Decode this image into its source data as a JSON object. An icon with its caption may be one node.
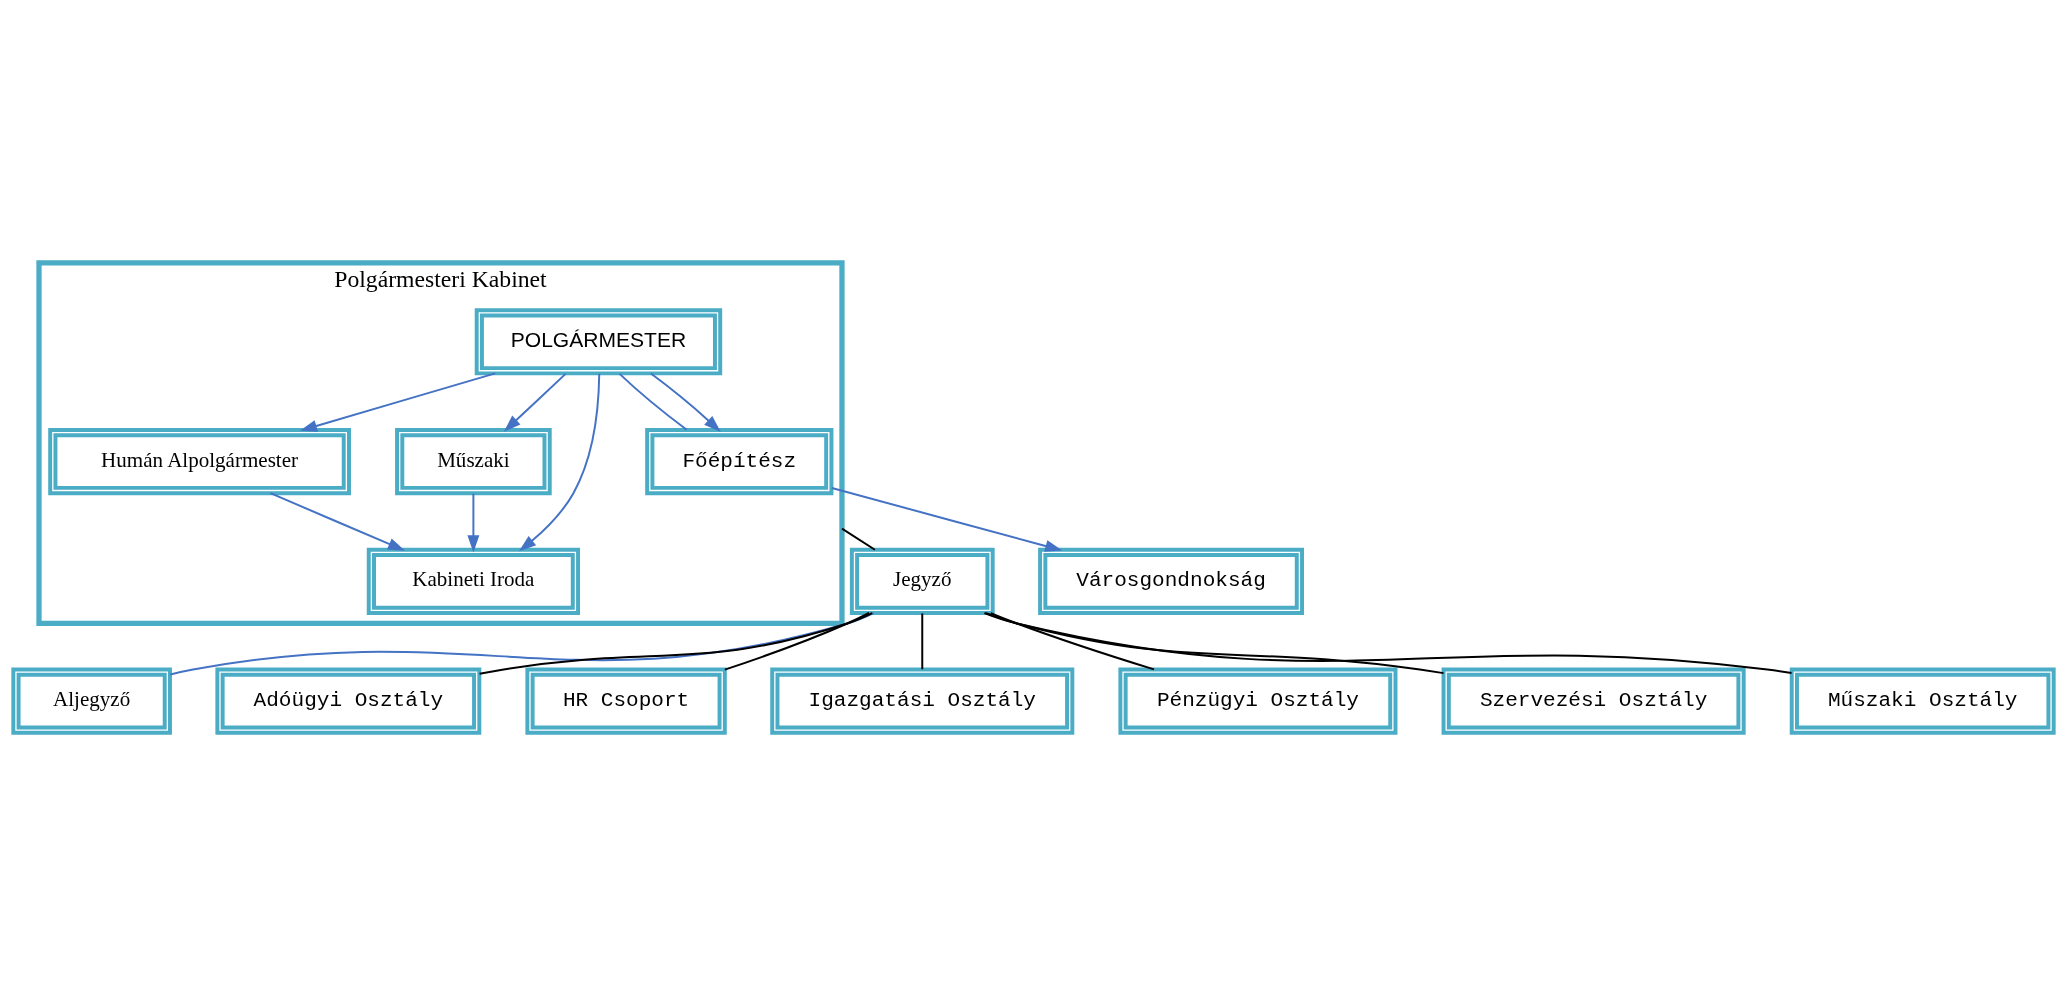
{
  "diagram": {
    "nodes": [
      {
        "text": [
          "Polgármesteri Kabinet"
        ]
      },
      {
        "text": [
          "POLGÁRMESTER"
        ],
        "in": 0
      },
      {
        "text": [
          "Humán Alpolgármester"
        ],
        "in": 0
      },
      {
        "text": [
          "Műszaki"
        ],
        "in": 0
      },
      {
        "text": [
          "Kabineti Iroda"
        ],
        "in": 0
      },
      {
        "text": [
          "Főépítész"
        ],
        "in": 0
      },
      {
        "text": [
          "Jegyző"
        ]
      },
      {
        "text": [
          "Aljegyző"
        ]
      },
      {
        "text": [
          "Városgondnokság"
        ]
      },
      {
        "text": [
          "Adóügyi Osztály"
        ]
      },
      {
        "text": [
          "HR Csoport"
        ]
      },
      {
        "text": [
          "Igazgatási Osztály"
        ]
      },
      {
        "text": [
          "Pénzügyi Osztály"
        ]
      },
      {
        "text": [
          "Szervezési Osztály"
        ]
      },
      {
        "text": [
          "Műszaki Osztály"
        ]
      }
    ],
    "edges": [
      {
        "from": 1,
        "to": 2,
        "arrow": "to"
      },
      {
        "from": 1,
        "to": 4,
        "arrow": "to"
      },
      {
        "from": 1,
        "to": 3,
        "arrow": "to"
      },
      {
        "from": 1,
        "to": 5,
        "arrow": "none"
      },
      {
        "from": 1,
        "to": 5,
        "arrow": "to"
      },
      {
        "from": 2,
        "to": 4,
        "arrow": "to"
      },
      {
        "from": 3,
        "to": 4,
        "arrow": "to"
      },
      {
        "from": 5,
        "to": 8,
        "arrow": "to"
      },
      {
        "from": 0,
        "to": 6,
        "arrow": "none",
        "color": "#000000"
      },
      {
        "from": 6,
        "to": 7,
        "arrow": "none"
      },
      {
        "from": 6,
        "to": 9,
        "arrow": "none",
        "color": "#000000"
      },
      {
        "from": 6,
        "to": 10,
        "arrow": "none",
        "color": "#000000"
      },
      {
        "from": 6,
        "to": 11,
        "arrow": "none",
        "color": "#000000"
      },
      {
        "from": 6,
        "to": 12,
        "arrow": "none",
        "color": "#000000"
      },
      {
        "from": 6,
        "to": 13,
        "arrow": "none",
        "color": "#000000"
      },
      {
        "from": 6,
        "to": 14,
        "arrow": "none",
        "color": "#000000"
      }
    ]
  }
}
